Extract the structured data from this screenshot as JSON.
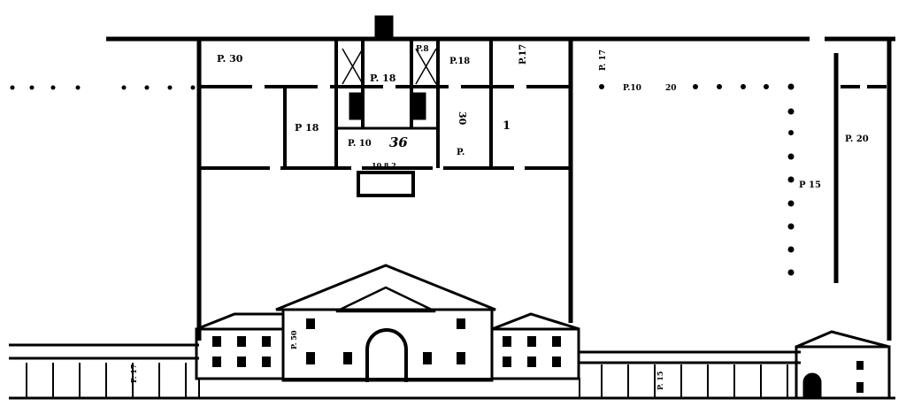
{
  "drawing": {
    "subject": "villa",
    "ink_color": "#000000",
    "paper_color": "#ffffff"
  },
  "plan_labels": {
    "room_top_left": "P. 30",
    "room_center_top": "P. 18",
    "room_small_top": "P.8",
    "room_top_right_a": "P.18",
    "room_top_right_b": "P.17",
    "room_mid_left": "P 18",
    "loggia_width": "P. 10",
    "loggia_number": "36",
    "room_mid_right": "30",
    "room_mid_right_b": "P.",
    "room_far_right": "1",
    "portico_dims": "10 8 2",
    "court_side": "P. 17",
    "colonnade_spacing": "P.10",
    "colonnade_number": "20",
    "colonnade_side": "P 15",
    "wing_right": "P. 20"
  },
  "elevation_labels": {
    "left_wing": "P. 17",
    "center_height": "P. 50",
    "right_wing": "P. 15"
  }
}
